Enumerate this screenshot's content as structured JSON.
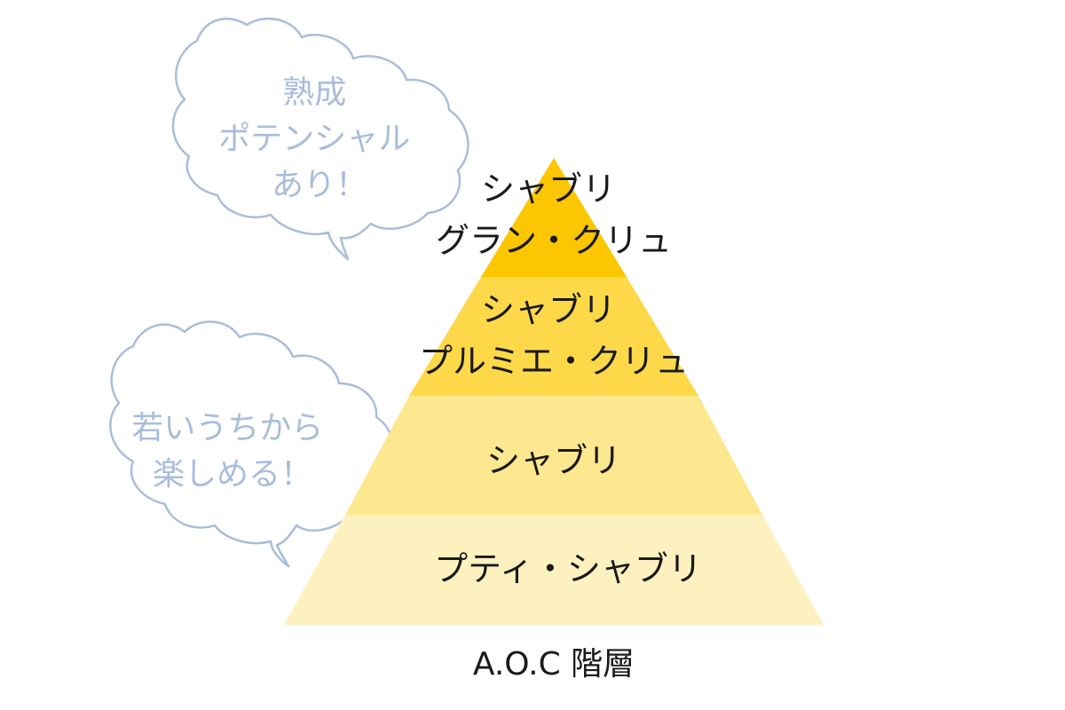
{
  "pyramid": {
    "tiers": [
      {
        "lines": [
          "シャブリ",
          "グラン・クリュ"
        ],
        "color": "#fcc600"
      },
      {
        "lines": [
          "シャブリ",
          "プルミエ・クリュ"
        ],
        "color": "#fdd94a"
      },
      {
        "lines": [
          "シャブリ"
        ],
        "color": "#fde78f"
      },
      {
        "lines": [
          "プティ・シャブリ"
        ],
        "color": "#fef1c0"
      }
    ],
    "caption": "A.O.C 階層"
  },
  "bubbles": {
    "top": {
      "lines": [
        "熟成",
        "ポテンシャル",
        "あり！"
      ]
    },
    "bottom": {
      "lines": [
        "若いうちから",
        "楽しめる！"
      ]
    }
  },
  "colors": {
    "cloud_stroke": "#a9bddb",
    "cloud_text": "#a9bddb"
  }
}
